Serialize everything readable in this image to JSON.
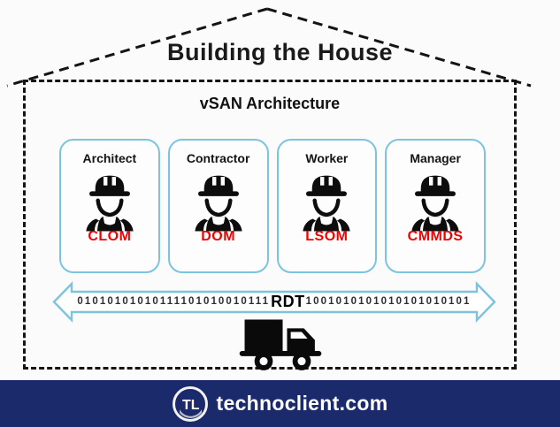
{
  "house": {
    "title": "Building the House",
    "subtitle": "vSAN Architecture"
  },
  "roles": [
    {
      "label": "Architect",
      "module": "CLOM"
    },
    {
      "label": "Contractor",
      "module": "DOM"
    },
    {
      "label": "Worker",
      "module": "LSOM"
    },
    {
      "label": "Manager",
      "module": "CMMDS"
    }
  ],
  "transport": {
    "left_bits": "01010101010111101010010111",
    "label": "RDT",
    "right_bits": "1001010101010101010101"
  },
  "icons": {
    "worker": "construction-worker-icon",
    "truck": "delivery-truck-icon",
    "arrow": "double-headed-arrow"
  },
  "footer": {
    "logo_text": "TL",
    "site": "technoclient.com"
  },
  "colors": {
    "card_border": "#7cc4de",
    "arrow_outline": "#7cc4de",
    "module_red": "#f40000",
    "footer_navy": "#1b2a6b"
  }
}
